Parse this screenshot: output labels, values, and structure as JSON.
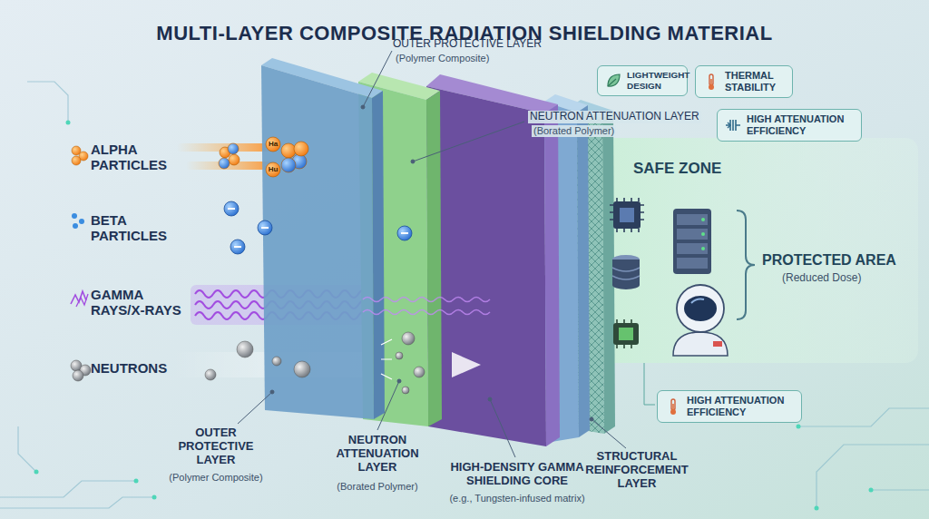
{
  "diagram": {
    "title": "MULTI-LAYER COMPOSITE RADIATION SHIELDING MATERIAL",
    "nodes": [
      {
        "text": [
          "LIGHTWEIGHT DESIGN"
        ]
      },
      {
        "text": [
          "THERMAL STABILITY"
        ]
      },
      {
        "text": [
          "HIGH ATTENUATION EFFICIENCY"
        ]
      },
      {
        "text": [
          "HIGH ATTENUATION EFFICIENCY"
        ]
      }
    ],
    "edges": [],
    "labels": [
      "ALPHA PARTICLES",
      "Ha",
      "Hu",
      "BETA PARTICLES",
      "GAMMA RAYS/X-RAYS",
      "NEUTRONS",
      "OUTER PROTECTIVE LAYER",
      "(Polymer Composite)",
      "NEUTRON ATTENUATION LAYER",
      "(Borated Polymer)",
      "SAFE ZONE",
      "PROTECTED AREA",
      "(Reduced Dose)",
      "OUTER PROTECTIVE LAYER",
      "(Polymer Composite)",
      "NEUTRON ATTENUATION LAYER",
      "(Borated Polymer)",
      "HIGH-DENSITY GAMMA SHIELDING CORE",
      "(e.g., Tungsten-infused matrix)",
      "STRUCTURAL REINFORCEMENT LAYER"
    ]
  }
}
